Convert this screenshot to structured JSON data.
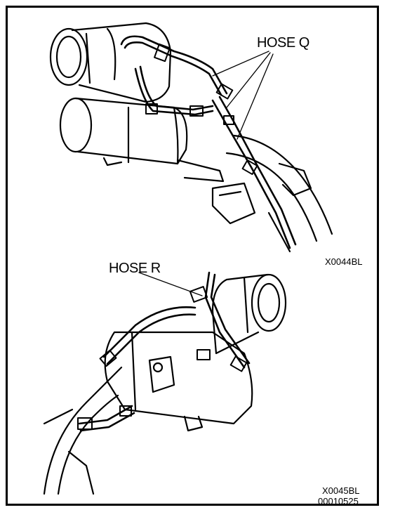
{
  "diagram": {
    "callouts": {
      "hose_q": "HOSE Q",
      "hose_r": "HOSE R"
    },
    "figure_codes": {
      "top": "X0044BL",
      "bottom": "X0045BL",
      "document": "00010525"
    }
  }
}
